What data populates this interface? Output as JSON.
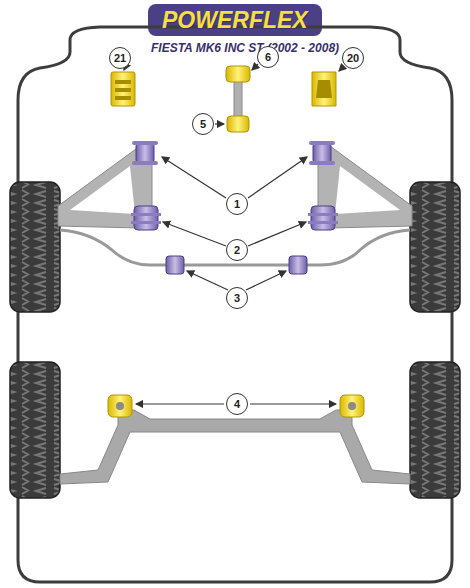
{
  "diagram": {
    "title": "FIESTA MK6 INC ST (2002 - 2008)",
    "labels": [
      "POWERFLEX",
      "21",
      "6",
      "20",
      "5",
      "1",
      "2",
      "3",
      "4"
    ]
  }
}
